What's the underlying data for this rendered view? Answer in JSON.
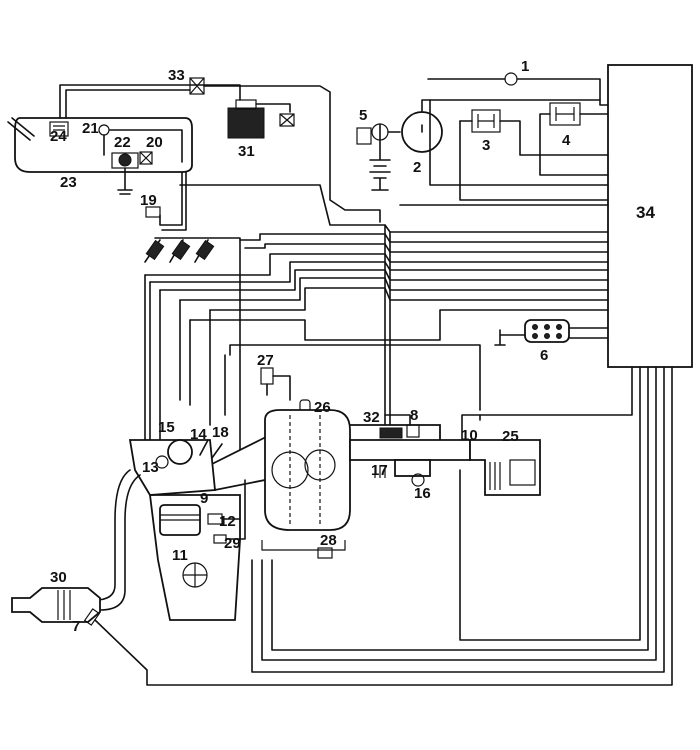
{
  "labels": {
    "n1": "1",
    "n2": "2",
    "n3": "3",
    "n4": "4",
    "n5": "5",
    "n6": "6",
    "n7": "7",
    "n8": "8",
    "n9": "9",
    "n10": "10",
    "n11": "11",
    "n12": "12",
    "n13": "13",
    "n14": "14",
    "n15": "15",
    "n16": "16",
    "n17": "17",
    "n18": "18",
    "n19": "19",
    "n20": "20",
    "n21": "21",
    "n22": "22",
    "n23": "23",
    "n24": "24",
    "n25": "25",
    "n26": "26",
    "n27": "27",
    "n28": "28",
    "n29": "29",
    "n30": "30",
    "n31": "31",
    "n32": "32",
    "n33": "33",
    "n34": "34"
  },
  "colors": {
    "line": "#111111",
    "background": "#ffffff"
  }
}
